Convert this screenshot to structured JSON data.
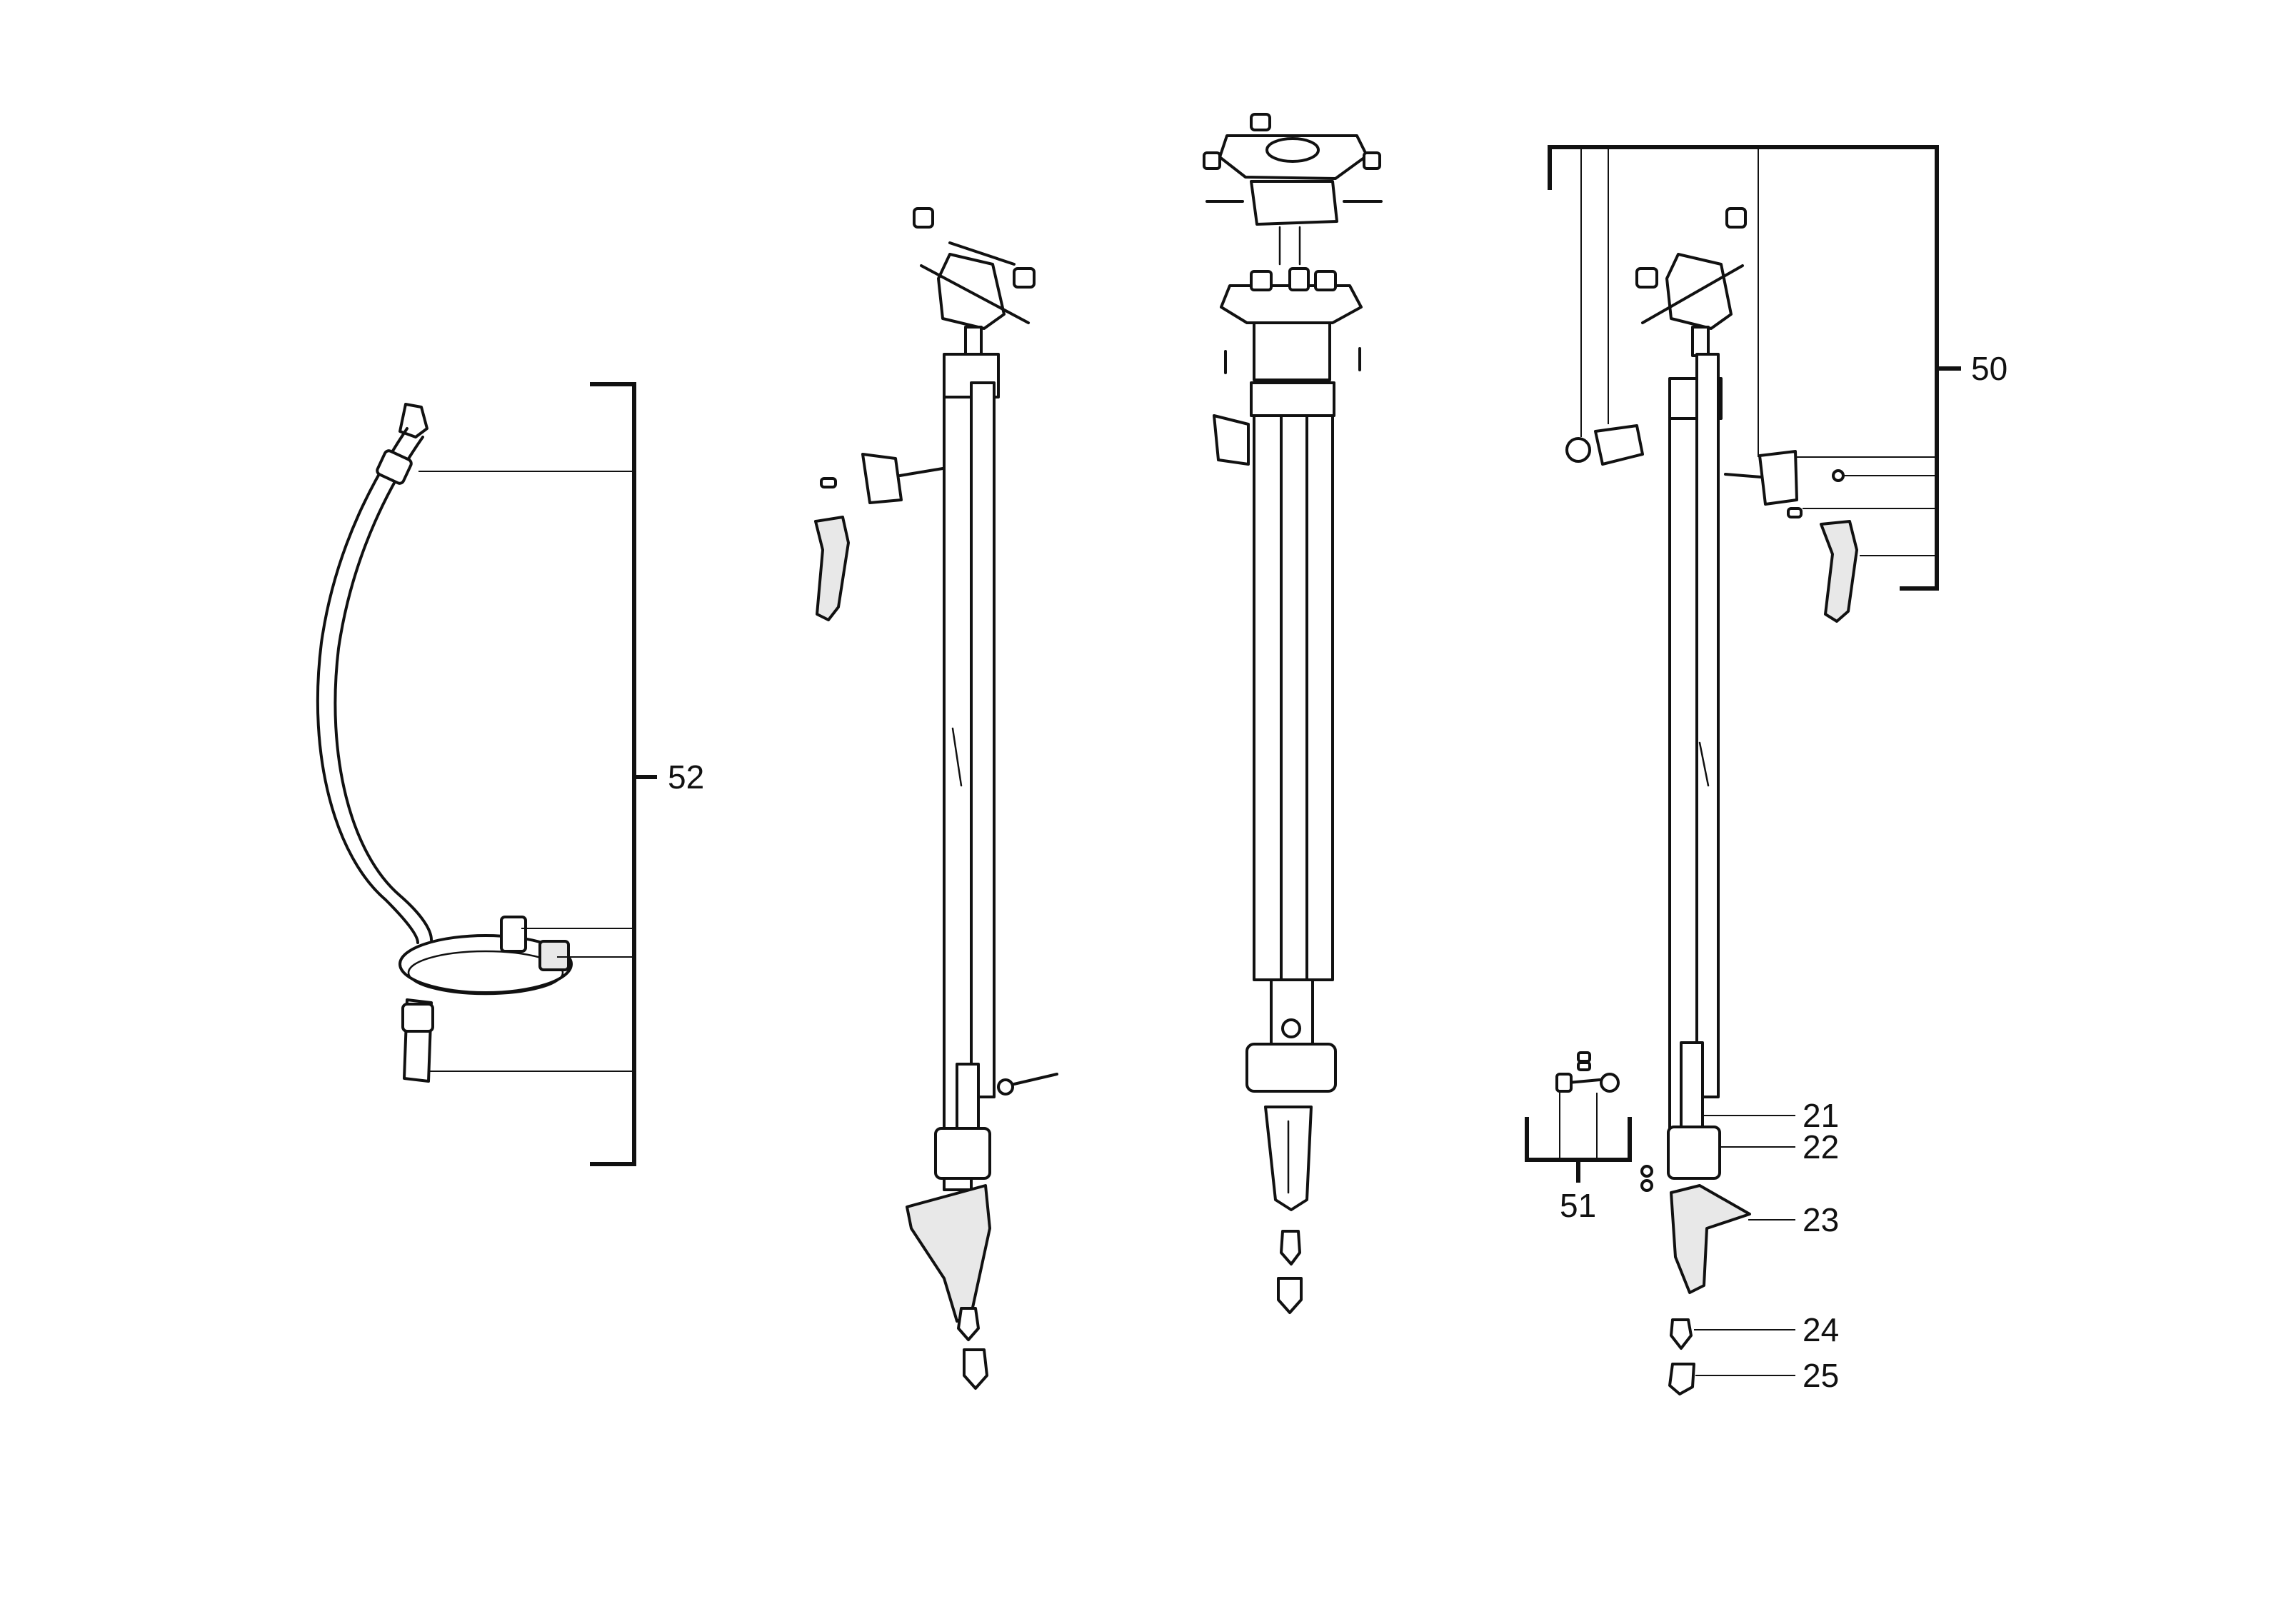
{
  "callouts": {
    "c21": "21",
    "c22": "22",
    "c23": "23",
    "c24": "24",
    "c25": "25",
    "c50": "50",
    "c51": "51",
    "c52": "52"
  },
  "colors": {
    "line": "#111111",
    "background": "#ffffff",
    "part_fill": "#ffffff",
    "shade_fill": "#e8e8e8"
  }
}
